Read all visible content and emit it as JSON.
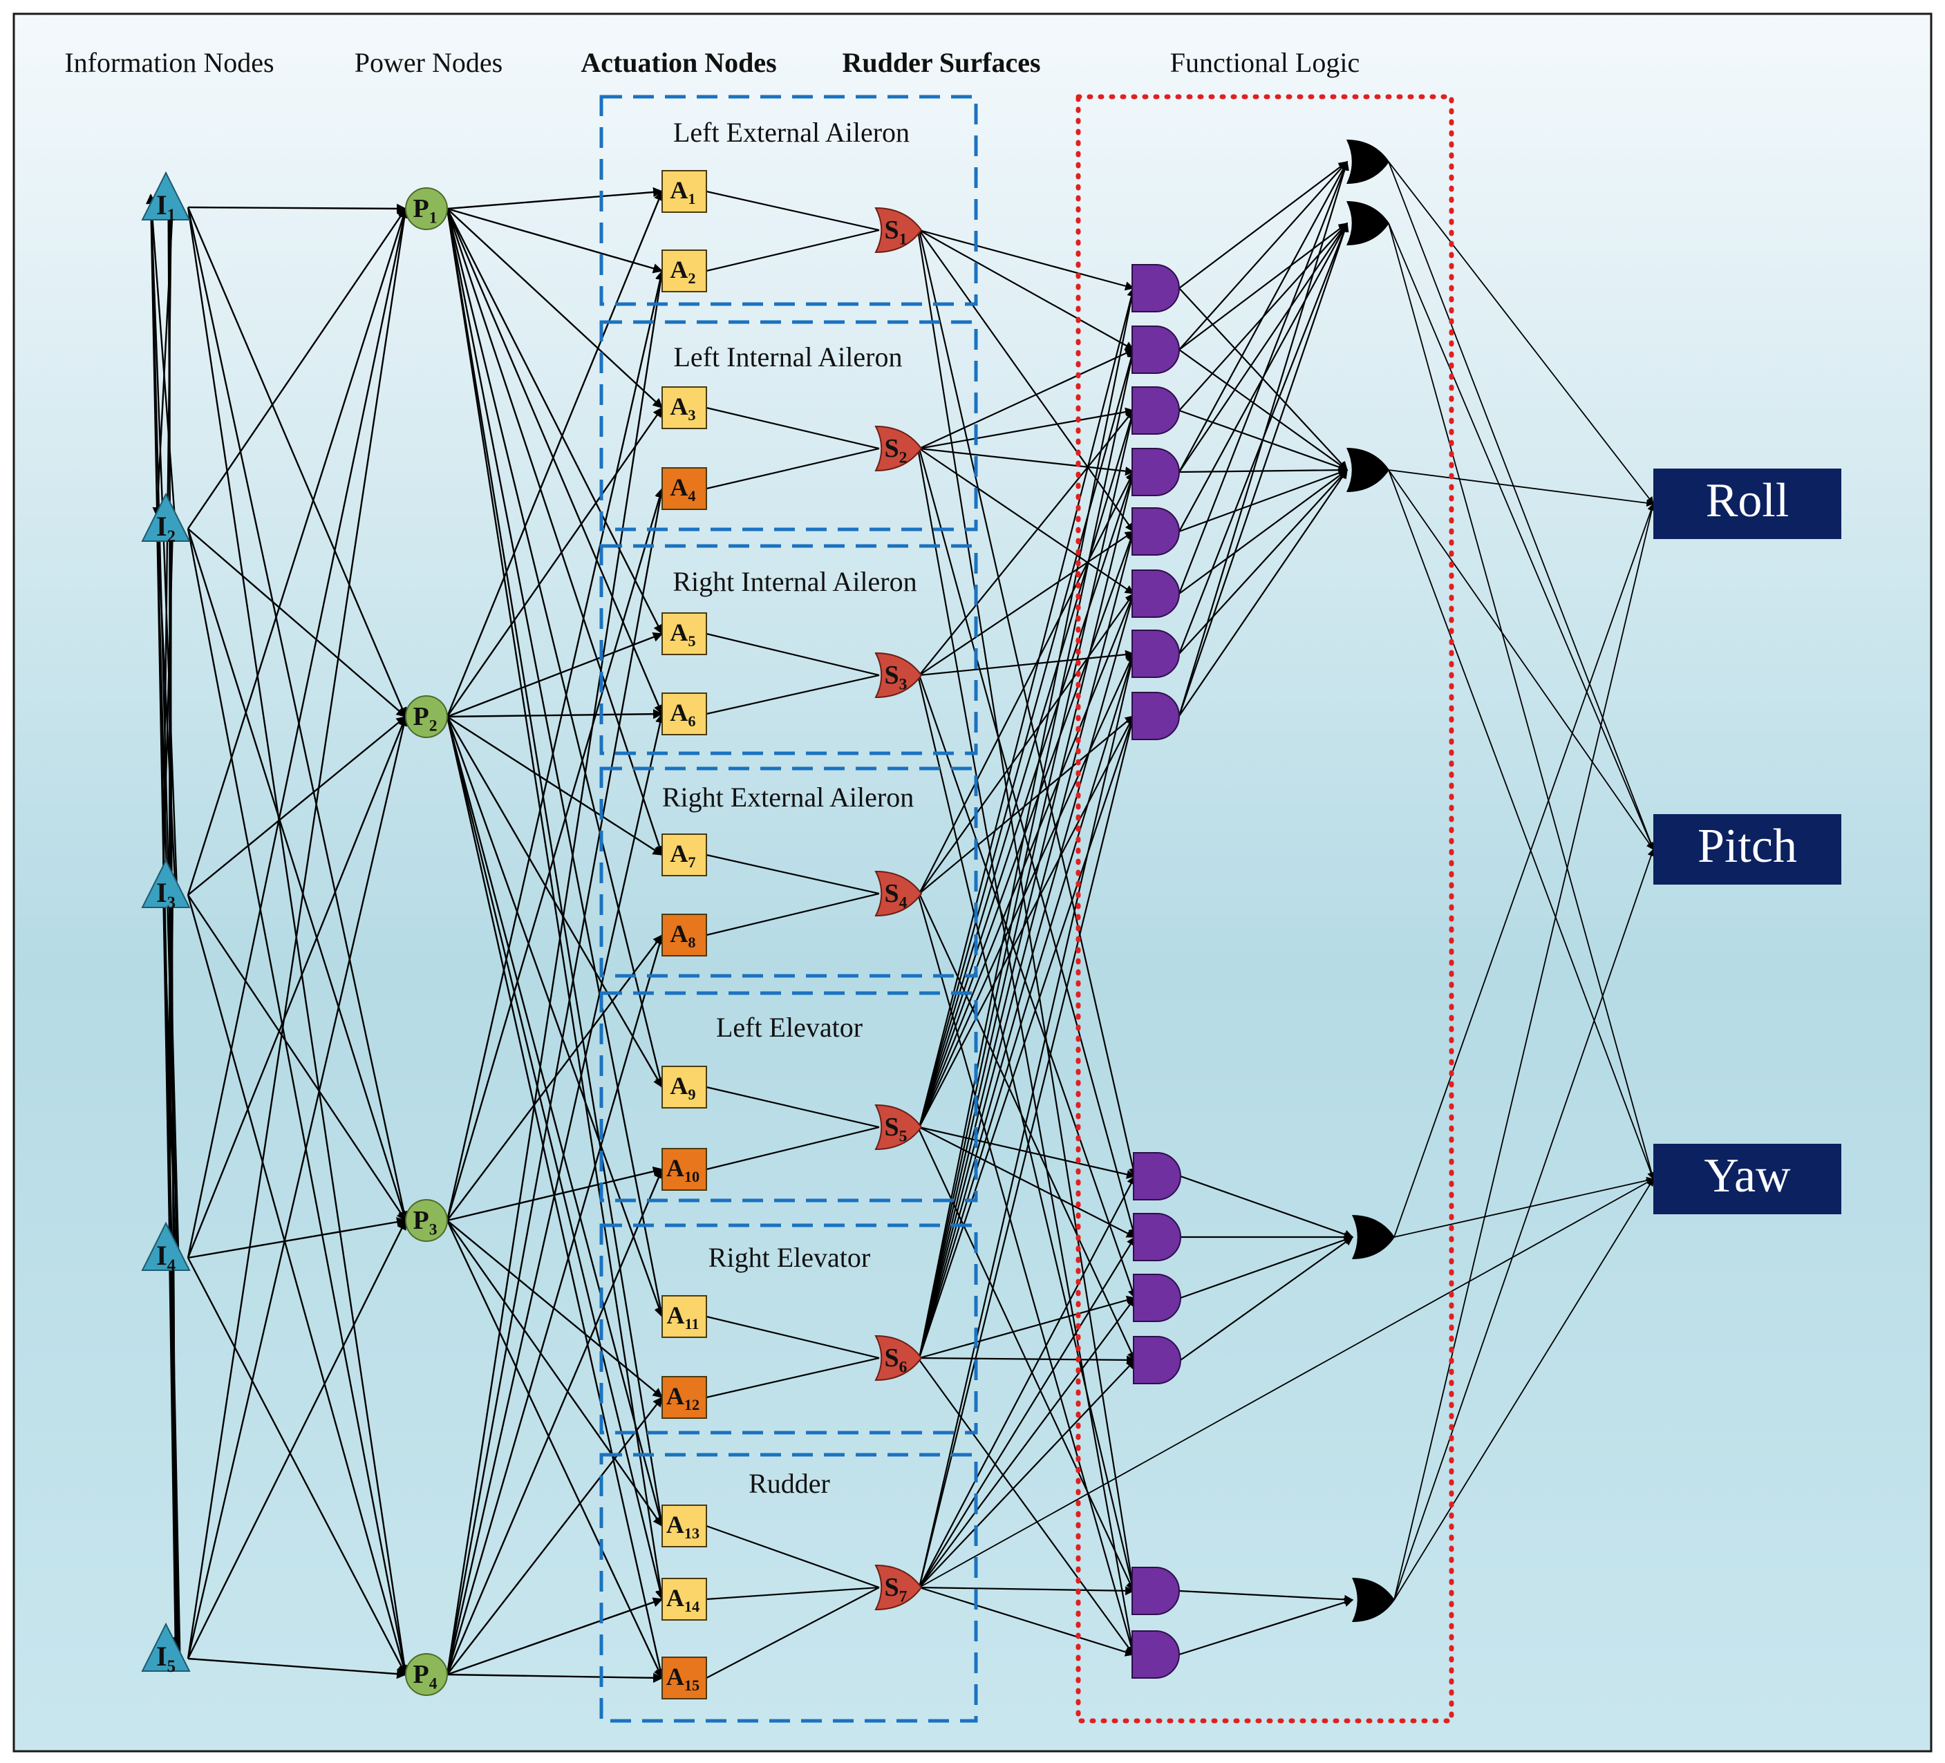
{
  "headers": {
    "information_nodes": "Information Nodes",
    "power_nodes": "Power Nodes",
    "actuation_nodes": "Actuation Nodes",
    "rudder_surfaces": "Rudder Surfaces",
    "functional_logic": "Functional Logic"
  },
  "groups": [
    {
      "label": "Left External Aileron"
    },
    {
      "label": "Left Internal Aileron"
    },
    {
      "label": "Right Internal Aileron"
    },
    {
      "label": "Right External Aileron"
    },
    {
      "label": "Left Elevator"
    },
    {
      "label": "Right Elevator"
    },
    {
      "label": "Rudder"
    }
  ],
  "info_nodes": [
    {
      "letter": "I",
      "sub": "1"
    },
    {
      "letter": "I",
      "sub": "2"
    },
    {
      "letter": "I",
      "sub": "3"
    },
    {
      "letter": "I",
      "sub": "4"
    },
    {
      "letter": "I",
      "sub": "5"
    }
  ],
  "power_nodes": [
    {
      "letter": "P",
      "sub": "1"
    },
    {
      "letter": "P",
      "sub": "2"
    },
    {
      "letter": "P",
      "sub": "3"
    },
    {
      "letter": "P",
      "sub": "4"
    }
  ],
  "actuation_nodes": [
    {
      "letter": "A",
      "sub": "1",
      "tone": "light"
    },
    {
      "letter": "A",
      "sub": "2",
      "tone": "light"
    },
    {
      "letter": "A",
      "sub": "3",
      "tone": "light"
    },
    {
      "letter": "A",
      "sub": "4",
      "tone": "dark"
    },
    {
      "letter": "A",
      "sub": "5",
      "tone": "light"
    },
    {
      "letter": "A",
      "sub": "6",
      "tone": "light"
    },
    {
      "letter": "A",
      "sub": "7",
      "tone": "light"
    },
    {
      "letter": "A",
      "sub": "8",
      "tone": "dark"
    },
    {
      "letter": "A",
      "sub": "9",
      "tone": "light"
    },
    {
      "letter": "A",
      "sub": "10",
      "tone": "dark"
    },
    {
      "letter": "A",
      "sub": "11",
      "tone": "light"
    },
    {
      "letter": "A",
      "sub": "12",
      "tone": "dark"
    },
    {
      "letter": "A",
      "sub": "13",
      "tone": "light"
    },
    {
      "letter": "A",
      "sub": "14",
      "tone": "light"
    },
    {
      "letter": "A",
      "sub": "15",
      "tone": "dark"
    }
  ],
  "surface_nodes": [
    {
      "letter": "S",
      "sub": "1"
    },
    {
      "letter": "S",
      "sub": "2"
    },
    {
      "letter": "S",
      "sub": "3"
    },
    {
      "letter": "S",
      "sub": "4"
    },
    {
      "letter": "S",
      "sub": "5"
    },
    {
      "letter": "S",
      "sub": "6"
    },
    {
      "letter": "S",
      "sub": "7"
    }
  ],
  "outputs": [
    {
      "label": "Roll"
    },
    {
      "label": "Pitch"
    },
    {
      "label": "Yaw"
    }
  ],
  "colors": {
    "info_node": "#3aa0c0",
    "power_node": "#8db85a",
    "actuator_light": "#fbd56a",
    "actuator_dark": "#e8761c",
    "surface_gate": "#cc4a3c",
    "and_gate": "#7030a0",
    "or_gate": "#000000",
    "output_box": "#0c2160",
    "group_border": "#1a72c0",
    "logic_border": "#e02020"
  }
}
